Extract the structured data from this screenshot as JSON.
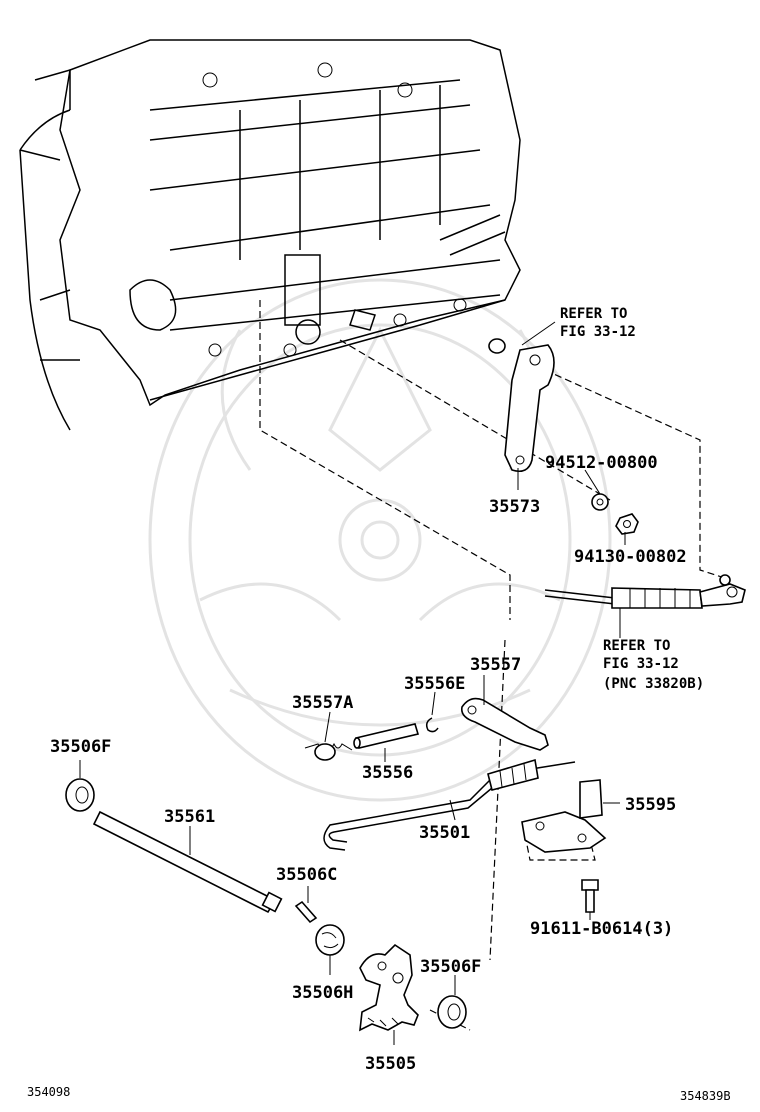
{
  "labels": {
    "p35573": "35573",
    "p94512": "94512-00800",
    "p94130": "94130-00802",
    "p35557": "35557",
    "p35556E": "35556E",
    "p35557A": "35557A",
    "p35556": "35556",
    "p35506F_a": "35506F",
    "p35561": "35561",
    "p35501": "35501",
    "p35595": "35595",
    "p35506C": "35506C",
    "p91611": "91611-B0614(3)",
    "p35506H": "35506H",
    "p35506F_b": "35506F",
    "p35505": "35505"
  },
  "refs": {
    "ref1_l1": "REFER TO",
    "ref1_l2": "FIG 33-12",
    "ref2_l1": "REFER TO",
    "ref2_l2": "FIG 33-12",
    "ref2_l3": "(PNC 33820B)"
  },
  "corners": {
    "left_code": "354098",
    "right_code": "354839B"
  },
  "icons": [
    "transmission-housing",
    "watermark-emblem"
  ]
}
